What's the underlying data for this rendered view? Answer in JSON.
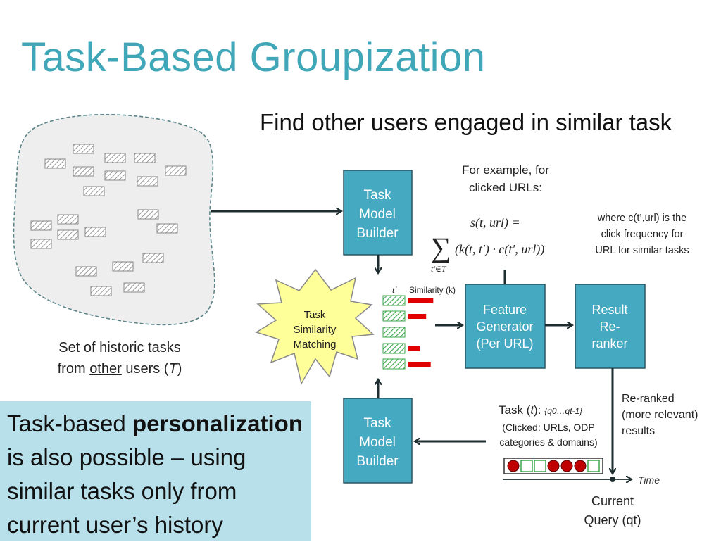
{
  "slide": {
    "title": "Task-Based Groupization",
    "subtitle": "Find other users engaged in similar task"
  },
  "diagram": {
    "historic_tasks_caption": {
      "line1": "Set of historic tasks",
      "line2_prefix": "from ",
      "line2_underlined": "other",
      "line2_middle": " users (",
      "line2_symbol": "T",
      "line2_suffix": ")"
    },
    "task_model_builder_top": [
      "Task",
      "Model",
      "Builder"
    ],
    "task_model_builder_bottom": [
      "Task",
      "Model",
      "Builder"
    ],
    "task_similarity_matching": [
      "Task",
      "Similarity",
      "Matching"
    ],
    "column_t_prime": "t′",
    "column_similarity": "Similarity (k)",
    "feature_generator": [
      "Feature",
      "Generator",
      "(Per URL)"
    ],
    "result_reranker": [
      "Result",
      "Re-",
      "ranker"
    ],
    "example_note": [
      "For example, for",
      "clicked URLs:"
    ],
    "formula_lhs": "s(t, url) =",
    "formula_sum": "∑",
    "formula_subscript": "t′∈T",
    "formula_body": "(k(t, t′) · c(t′, url))",
    "formula_explanation": [
      "where c(t’,url) is the",
      "click frequency for",
      "URL for similar tasks"
    ],
    "reranked_results": [
      "Re-ranked",
      "(more relevant)",
      "results"
    ],
    "current_task_label": {
      "prefix": "Task (",
      "symbol": "t",
      "suffix": "): ",
      "queries": "{q0…qt-1}"
    },
    "current_task_details": [
      "(Clicked: URLs, ODP",
      "categories & domains)"
    ],
    "time_label": "Time",
    "current_query": [
      "Current",
      "Query (qt)"
    ],
    "similarity_levels": [
      0.98,
      0.7,
      0,
      0.45,
      0.88
    ],
    "query_sequence": [
      "filled",
      "empty",
      "empty",
      "filled",
      "filled",
      "filled",
      "empty"
    ]
  },
  "callout": {
    "prefix": "Task-based ",
    "bold": "personalization",
    "rest": " is also possible – using similar tasks only from current user’s history"
  },
  "colors": {
    "title": "#3fa7b8",
    "box_fill": "#45a9c1",
    "callout_fill": "#b8e0ea",
    "similarity_bar": "#e00000",
    "task_chip": "#3aa84a",
    "query_filled": "#c00000",
    "starburst": "#ffff99"
  }
}
